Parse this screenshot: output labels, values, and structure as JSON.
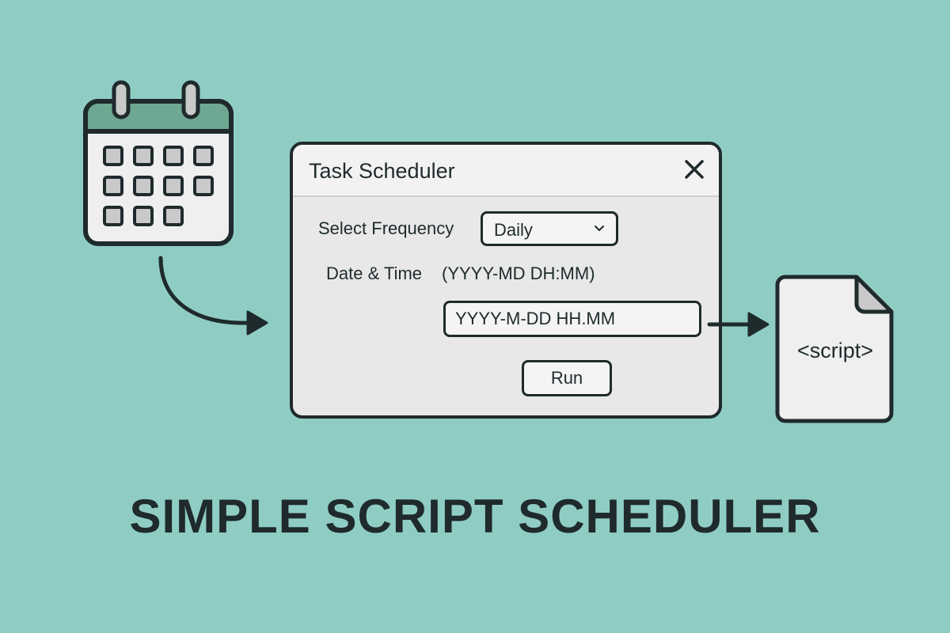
{
  "colors": {
    "background": "#8fcdc4",
    "ink": "#1f2a2c",
    "calendar_header": "#6fa892",
    "panel": "#e8e8e8",
    "cell": "#c9c9c9"
  },
  "icons": {
    "calendar": "calendar-icon",
    "arrow_left": "curved-arrow-icon",
    "arrow_right": "right-arrow-icon",
    "close": "close-icon",
    "dropdown": "chevron-down-icon",
    "file": "document-icon"
  },
  "dialog": {
    "title": "Task Scheduler",
    "frequency_label": "Select Frequency",
    "frequency_value": "Daily",
    "datetime_label": "Date & Time",
    "datetime_format_hint": "(YYYY-MD DH:MM)",
    "datetime_input_value": "YYYY-M-DD HH.MM",
    "run_label": "Run"
  },
  "script_file": {
    "label": "<script>"
  },
  "footer": {
    "title": "SIMPLE SCRIPT SCHEDULER"
  }
}
